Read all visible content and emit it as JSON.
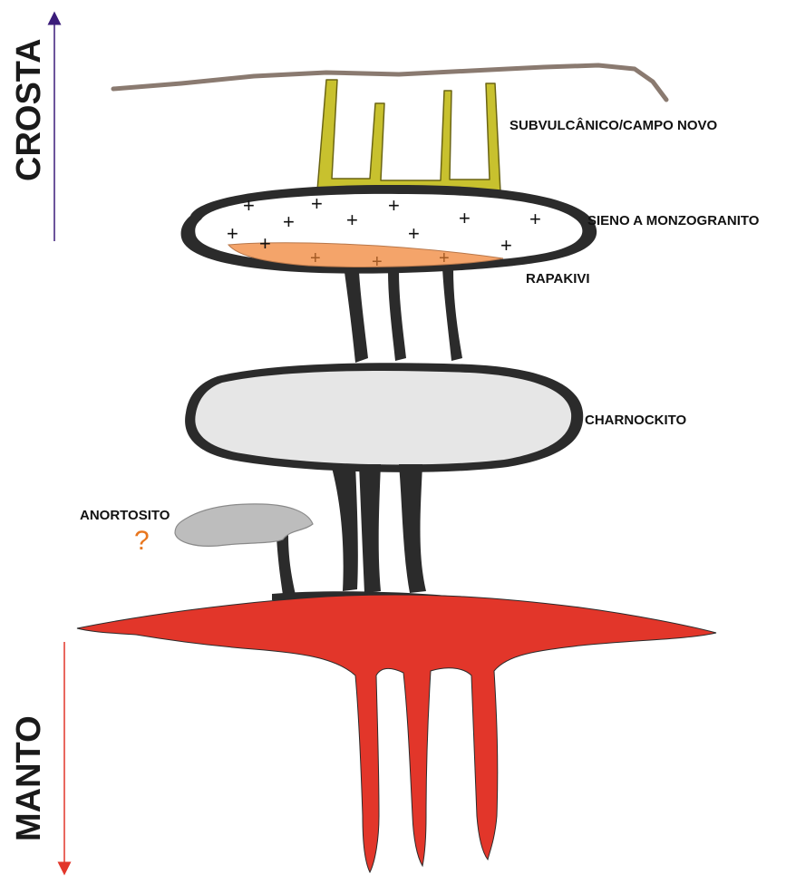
{
  "labels": {
    "crosta": "CROSTA",
    "manto": "MANTO",
    "subvulcanico": "SUBVULCÂNICO/CAMPO NOVO",
    "sieno": "SIENO A MONZOGRANITO",
    "rapakivi": "RAPAKIVI",
    "charnockito": "CHARNOCKITO",
    "anortosito": "ANORTOSITO",
    "question": "?",
    "plus": "+"
  },
  "colors": {
    "surface_line": "#8a7a70",
    "subvolcanic_dikes": "#c8c12e",
    "granite_body": "#ffffff",
    "rapakivi": "#f4a46a",
    "charnockite": "#e6e6e6",
    "anorthosite": "#bdbdbd",
    "mantle_magma": "#e2362a",
    "body_outline": "#2b2b2b",
    "crosta_arrow": "#3b1c7a",
    "manto_arrow": "#e2362a",
    "question_mark": "#e8761e"
  }
}
